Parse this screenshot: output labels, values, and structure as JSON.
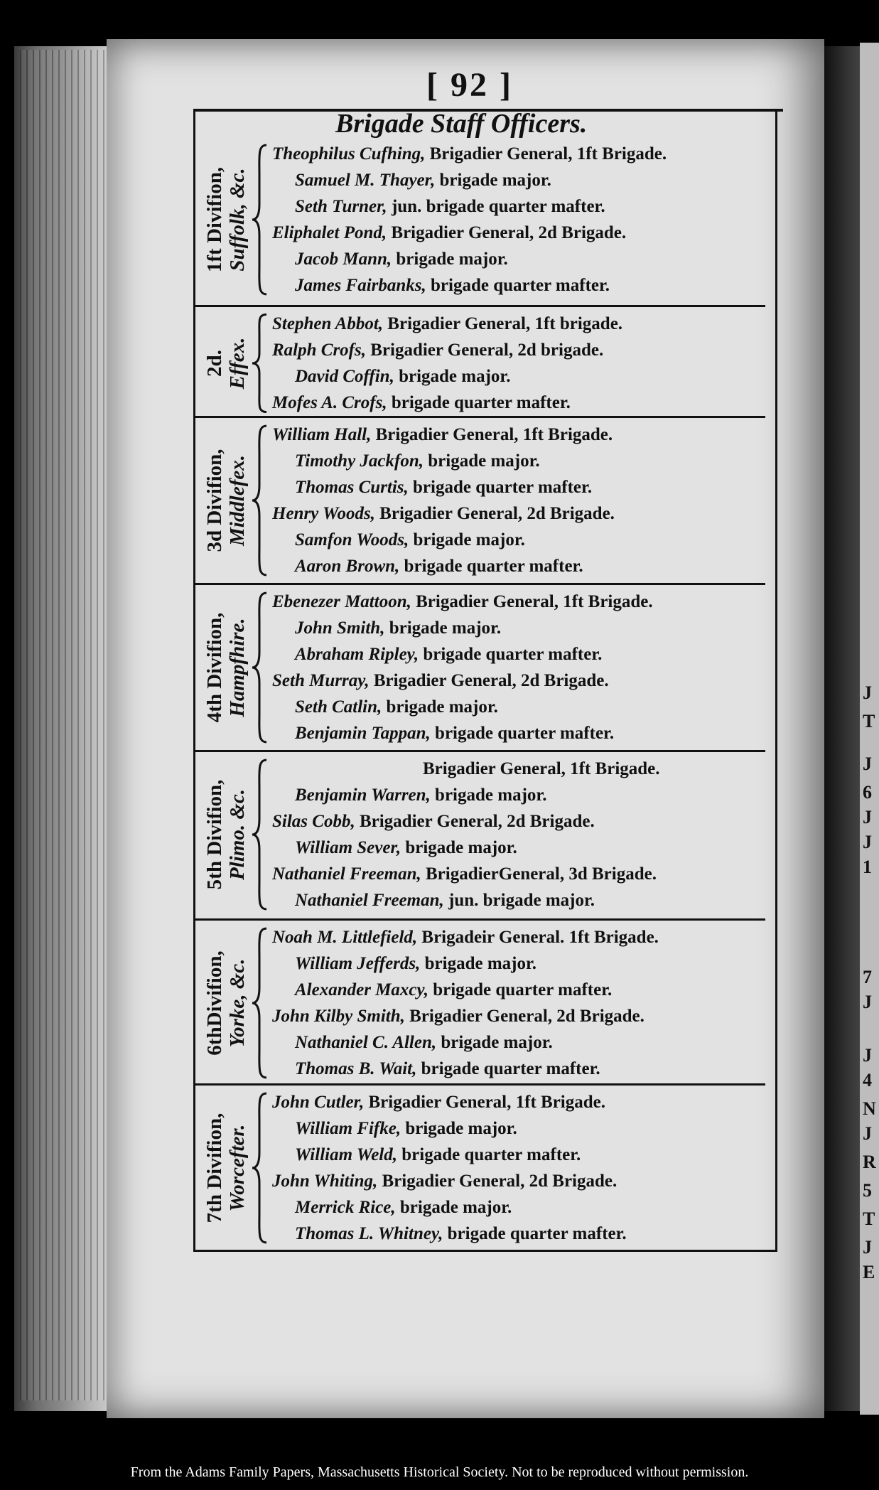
{
  "page_number": "[ 92 ]",
  "title": "Brigade Staff Officers.",
  "neighbor_letters": [
    "J",
    "T",
    "J",
    "6",
    "J",
    "J",
    "1",
    "7",
    "J",
    "J",
    "4",
    "N",
    "J",
    "R",
    "5",
    "T",
    "J",
    "E"
  ],
  "divisions": [
    {
      "label": "1ft Divifion,",
      "county": "Suffolk, &c.",
      "rows": [
        {
          "name": "Theophilus Cufhing,",
          "role": "Brigadier General, 1ft Brigade.",
          "indent": 0
        },
        {
          "name": "Samuel M. Thayer,",
          "role": "brigade major.",
          "indent": 1
        },
        {
          "name": "Seth Turner,",
          "role": "jun. brigade quarter mafter.",
          "indent": 1
        },
        {
          "name": "Eliphalet Pond,",
          "role": "Brigadier General, 2d Brigade.",
          "indent": 0
        },
        {
          "name": "Jacob Mann,",
          "role": "brigade major.",
          "indent": 1
        },
        {
          "name": "James Fairbanks,",
          "role": "brigade quarter mafter.",
          "indent": 1
        }
      ]
    },
    {
      "label": "2d.",
      "county": "Effex.",
      "rows": [
        {
          "name": "Stephen Abbot,",
          "role": "Brigadier General, 1ft brigade.",
          "indent": 0
        },
        {
          "name": "Ralph Crofs,",
          "role": "Brigadier General, 2d brigade.",
          "indent": 0
        },
        {
          "name": "David Coffin,",
          "role": "brigade major.",
          "indent": 1
        },
        {
          "name": "Mofes A. Crofs,",
          "role": "brigade quarter mafter.",
          "indent": 0
        }
      ]
    },
    {
      "label": "3d Divifion,",
      "county": "Middlefex.",
      "rows": [
        {
          "name": "William Hall,",
          "role": "Brigadier General, 1ft Brigade.",
          "indent": 0
        },
        {
          "name": "Timothy Jackfon,",
          "role": "brigade major.",
          "indent": 1
        },
        {
          "name": "Thomas Curtis,",
          "role": "brigade quarter mafter.",
          "indent": 1
        },
        {
          "name": "Henry Woods,",
          "role": "Brigadier General, 2d Brigade.",
          "indent": 0
        },
        {
          "name": "Samfon Woods,",
          "role": "brigade major.",
          "indent": 1
        },
        {
          "name": "Aaron Brown,",
          "role": "brigade quarter mafter.",
          "indent": 1
        }
      ]
    },
    {
      "label": "4th Divifion,",
      "county": "Hampfhire.",
      "rows": [
        {
          "name": "Ebenezer Mattoon,",
          "role": "Brigadier General, 1ft Brigade.",
          "indent": 0
        },
        {
          "name": "John Smith,",
          "role": "brigade major.",
          "indent": 1
        },
        {
          "name": "Abraham Ripley,",
          "role": "brigade quarter mafter.",
          "indent": 1
        },
        {
          "name": "Seth Murray,",
          "role": "Brigadier General, 2d Brigade.",
          "indent": 0
        },
        {
          "name": "Seth Catlin,",
          "role": "brigade major.",
          "indent": 1
        },
        {
          "name": "Benjamin Tappan,",
          "role": "brigade quarter mafter.",
          "indent": 1
        }
      ]
    },
    {
      "label": "5th Divifion,",
      "county": "Plimo. &c.",
      "rows": [
        {
          "name": "",
          "role": "Brigadier General, 1ft Brigade.",
          "indent": 2
        },
        {
          "name": "Benjamin Warren,",
          "role": "brigade major.",
          "indent": 1
        },
        {
          "name": "Silas Cobb,",
          "role": "Brigadier General, 2d Brigade.",
          "indent": 0
        },
        {
          "name": "William Sever,",
          "role": "brigade major.",
          "indent": 1
        },
        {
          "name": "Nathaniel Freeman,",
          "role": "BrigadierGeneral, 3d Brigade.",
          "indent": 0
        },
        {
          "name": "Nathaniel Freeman,",
          "role": "jun. brigade major.",
          "indent": 1
        }
      ]
    },
    {
      "label": "6thDivifion,",
      "county": "Yorke, &c.",
      "rows": [
        {
          "name": "Noah M. Littlefield,",
          "role": "Brigadeir General. 1ft Brigade.",
          "indent": 0
        },
        {
          "name": "William Jefferds,",
          "role": "brigade major.",
          "indent": 1
        },
        {
          "name": "Alexander Maxcy,",
          "role": "brigade quarter mafter.",
          "indent": 1
        },
        {
          "name": "John Kilby Smith,",
          "role": "Brigadier General, 2d Brigade.",
          "indent": 0
        },
        {
          "name": "Nathaniel C. Allen,",
          "role": "brigade major.",
          "indent": 1
        },
        {
          "name": "Thomas B. Wait,",
          "role": "brigade quarter mafter.",
          "indent": 1
        }
      ]
    },
    {
      "label": "7th Divifion,",
      "county": "Worcefter.",
      "rows": [
        {
          "name": "John Cutler,",
          "role": "Brigadier General, 1ft Brigade.",
          "indent": 0
        },
        {
          "name": "William Fifke,",
          "role": "brigade major.",
          "indent": 1
        },
        {
          "name": "William Weld,",
          "role": "brigade quarter mafter.",
          "indent": 1
        },
        {
          "name": "John Whiting,",
          "role": "Brigadier General, 2d Brigade.",
          "indent": 0
        },
        {
          "name": "Merrick Rice,",
          "role": "brigade major.",
          "indent": 1
        },
        {
          "name": "Thomas L. Whitney,",
          "role": "brigade quarter mafter.",
          "indent": 1
        }
      ]
    }
  ],
  "caption": "From the Adams Family Papers, Massachusetts Historical Society. Not to be reproduced without permission."
}
